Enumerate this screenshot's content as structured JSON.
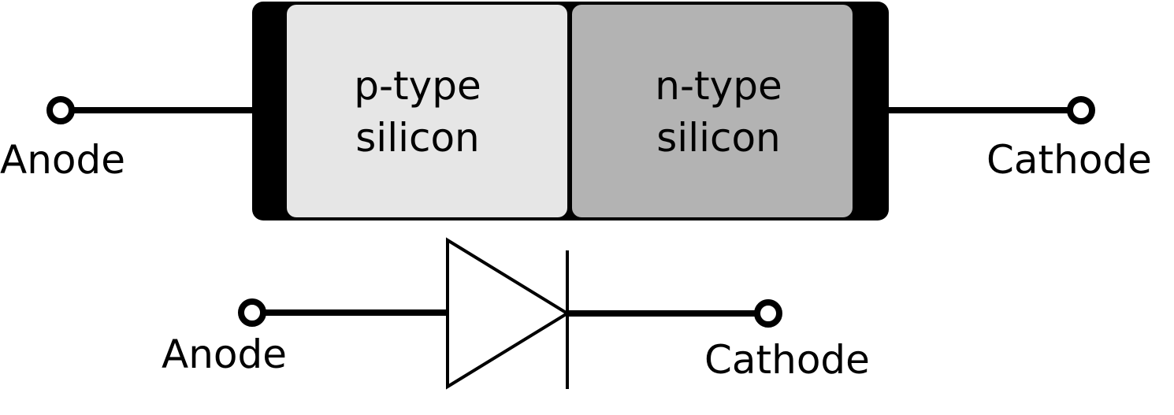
{
  "colors": {
    "stroke": "#000000",
    "p_region_fill": "#e6e6e6",
    "n_region_fill": "#b3b3b3",
    "contact_fill": "#000000",
    "background": "#ffffff"
  },
  "top_diagram": {
    "p_region": {
      "line1": "p-type",
      "line2": "silicon"
    },
    "n_region": {
      "line1": "n-type",
      "line2": "silicon"
    },
    "anode_label": "Anode",
    "cathode_label": "Cathode"
  },
  "symbol_diagram": {
    "anode_label": "Anode",
    "cathode_label": "Cathode"
  }
}
